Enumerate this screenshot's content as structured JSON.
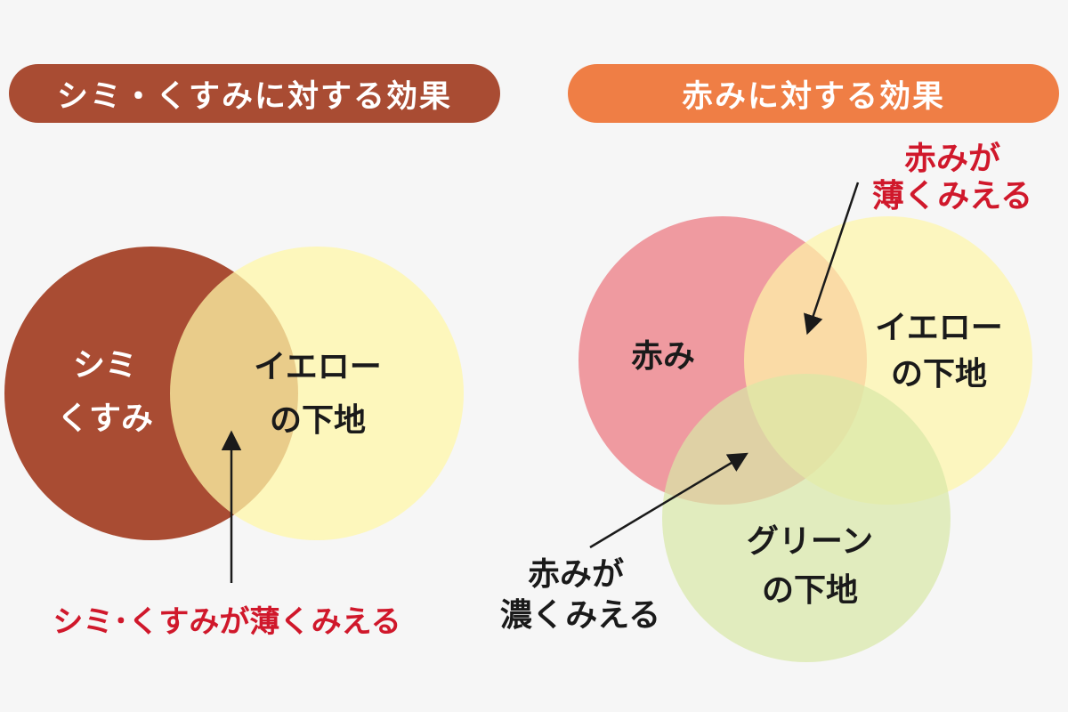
{
  "colors": {
    "background": "#f6f6f6",
    "left_header": "#a94c33",
    "right_header": "#ef7e45",
    "spot": "#a94c33",
    "yellow": "#fff7a8",
    "red": "#ef9aa0",
    "green": "#d8e8a6",
    "text_dark": "#1a1a1a",
    "text_accent": "#d0182b"
  },
  "left": {
    "header": "シミ・くすみに対する効果",
    "circle_spot": [
      "シミ",
      "くすみ"
    ],
    "circle_yellow": [
      "イエロー",
      "の下地"
    ],
    "result": "シミ･くすみが薄くみえる"
  },
  "right": {
    "header": "赤みに対する効果",
    "circle_red": "赤み",
    "circle_yellow": [
      "イエロー",
      "の下地"
    ],
    "circle_green": [
      "グリーン",
      "の下地"
    ],
    "result_lighter": [
      "赤みが",
      "薄くみえる"
    ],
    "result_darker": [
      "赤みが",
      "濃くみえる"
    ]
  }
}
